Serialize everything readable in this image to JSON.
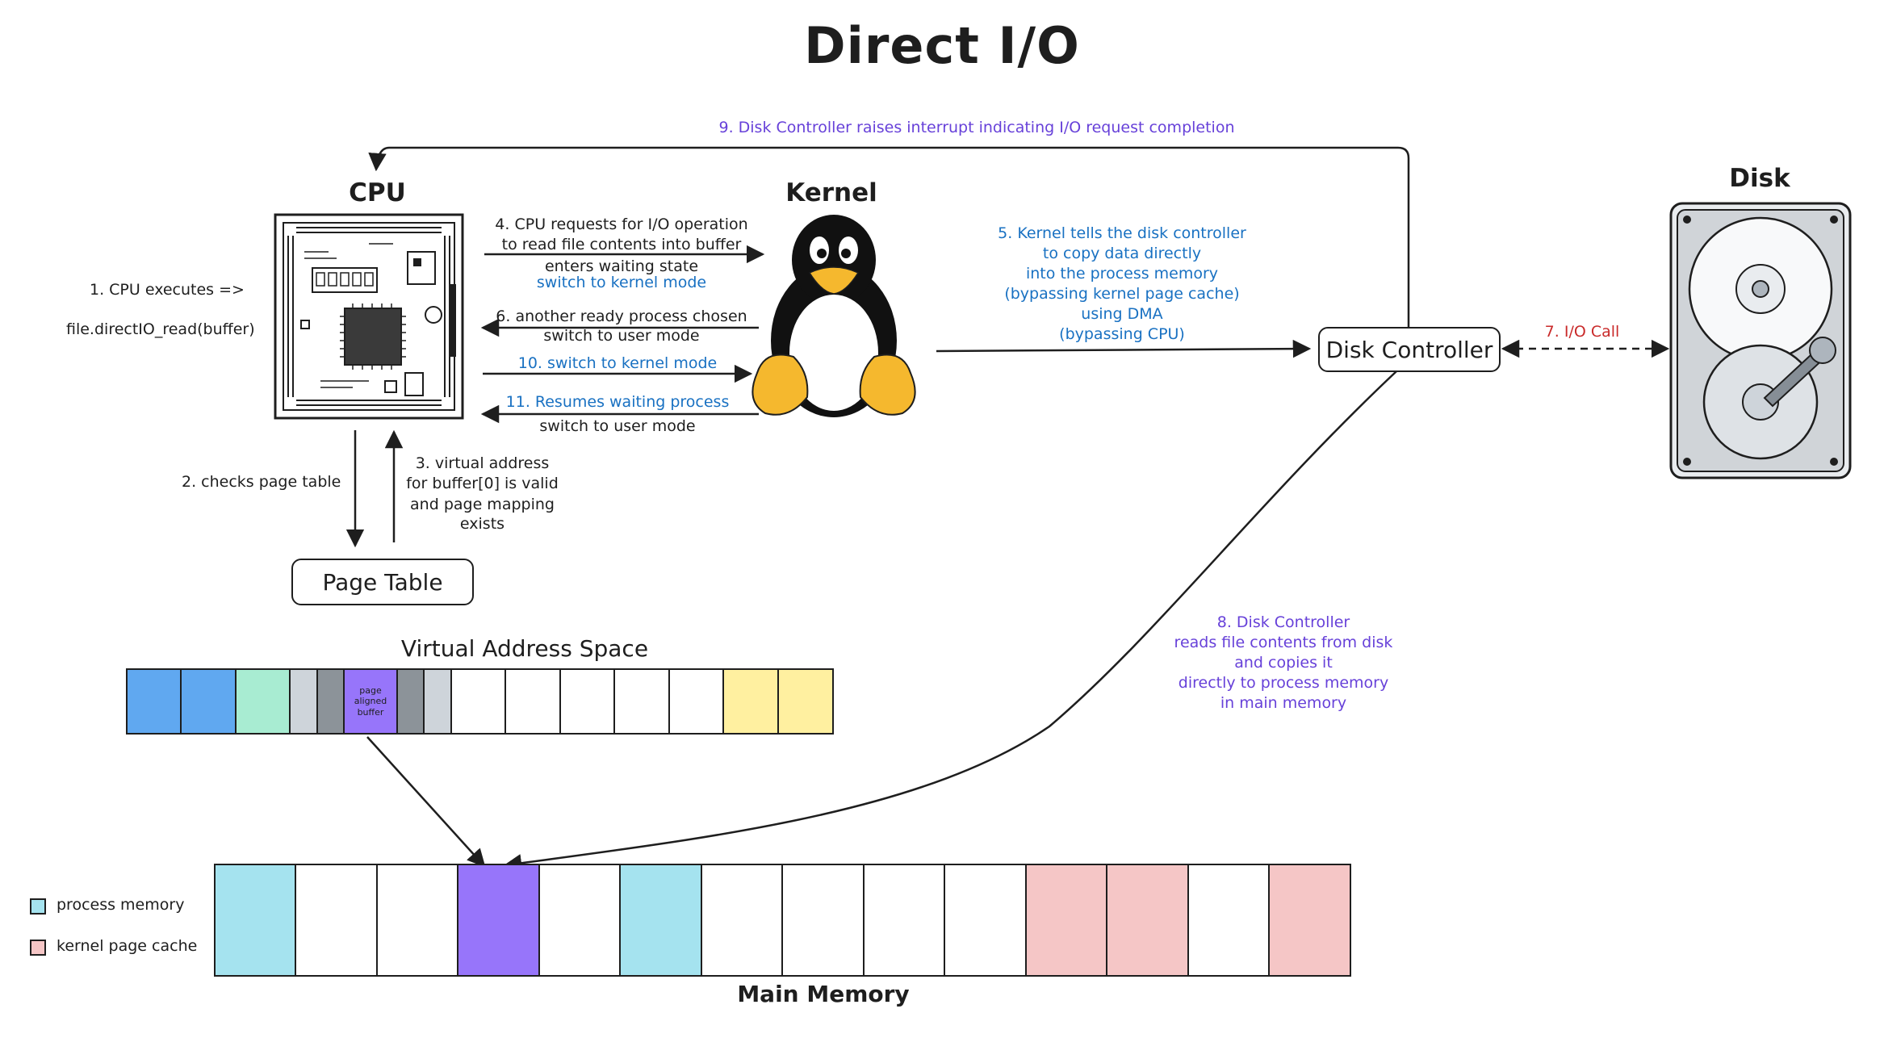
{
  "title": "Direct I/O",
  "labels": {
    "cpu": "CPU",
    "kernel": "Kernel",
    "disk": "Disk",
    "disk_controller": "Disk Controller",
    "page_table": "Page Table",
    "virtual_address_space": "Virtual Address Space",
    "main_memory": "Main Memory"
  },
  "steps": {
    "s1_a": "1. CPU executes =>",
    "s1_b": "file.directIO_read(buffer)",
    "s2": "2. checks page table",
    "s3": [
      "3. virtual address",
      "for buffer[0] is valid",
      "and page mapping",
      "exists"
    ],
    "s4": [
      "4. CPU requests for I/O operation",
      "to read file contents into buffer",
      "enters waiting state"
    ],
    "s4_mode": "switch to kernel mode",
    "s5": [
      "5. Kernel tells the disk controller",
      "to copy data directly",
      "into the process memory",
      "(bypassing kernel page cache)",
      "using DMA",
      "(bypassing CPU)"
    ],
    "s6": "6. another ready process chosen",
    "s6_mode": "switch to user mode",
    "s7": "7. I/O Call",
    "s8": [
      "8. Disk Controller",
      "reads file contents from disk",
      "and copies it",
      "directly to process memory",
      "in main memory"
    ],
    "s9": "9. Disk Controller raises interrupt indicating I/O request completion",
    "s10": "10. switch to kernel mode",
    "s11": "11. Resumes waiting process",
    "s11_mode": "switch to user mode"
  },
  "virtual_address_space": {
    "buffer_label": [
      "page",
      "aligned",
      "buffer"
    ],
    "cells": [
      "process",
      "process",
      "mint",
      "lightgray",
      "gray",
      "buffer",
      "gray",
      "lightgray",
      "empty",
      "empty",
      "empty",
      "empty",
      "empty",
      "yellow",
      "yellow"
    ]
  },
  "main_memory": {
    "cells": [
      "process",
      "empty",
      "empty",
      "buffer",
      "empty",
      "process",
      "empty",
      "empty",
      "empty",
      "empty",
      "cache",
      "cache",
      "empty",
      "cache"
    ]
  },
  "legend": [
    {
      "label": "process memory",
      "color": "#a5e3ef"
    },
    {
      "label": "kernel page cache",
      "color": "#f5c6c6"
    }
  ],
  "colors": {
    "process": "#a5e3ef",
    "cache": "#f5c6c6",
    "buffer": "#9775fa",
    "blue": "#60a8f0",
    "mint": "#a8ecd2",
    "lightgray": "#ced4da",
    "gray": "#8c9399",
    "yellow": "#fff0a0",
    "empty": "#ffffff",
    "text_blue": "#1971c2",
    "text_purple": "#6741d9",
    "text_red": "#c92a2a"
  }
}
